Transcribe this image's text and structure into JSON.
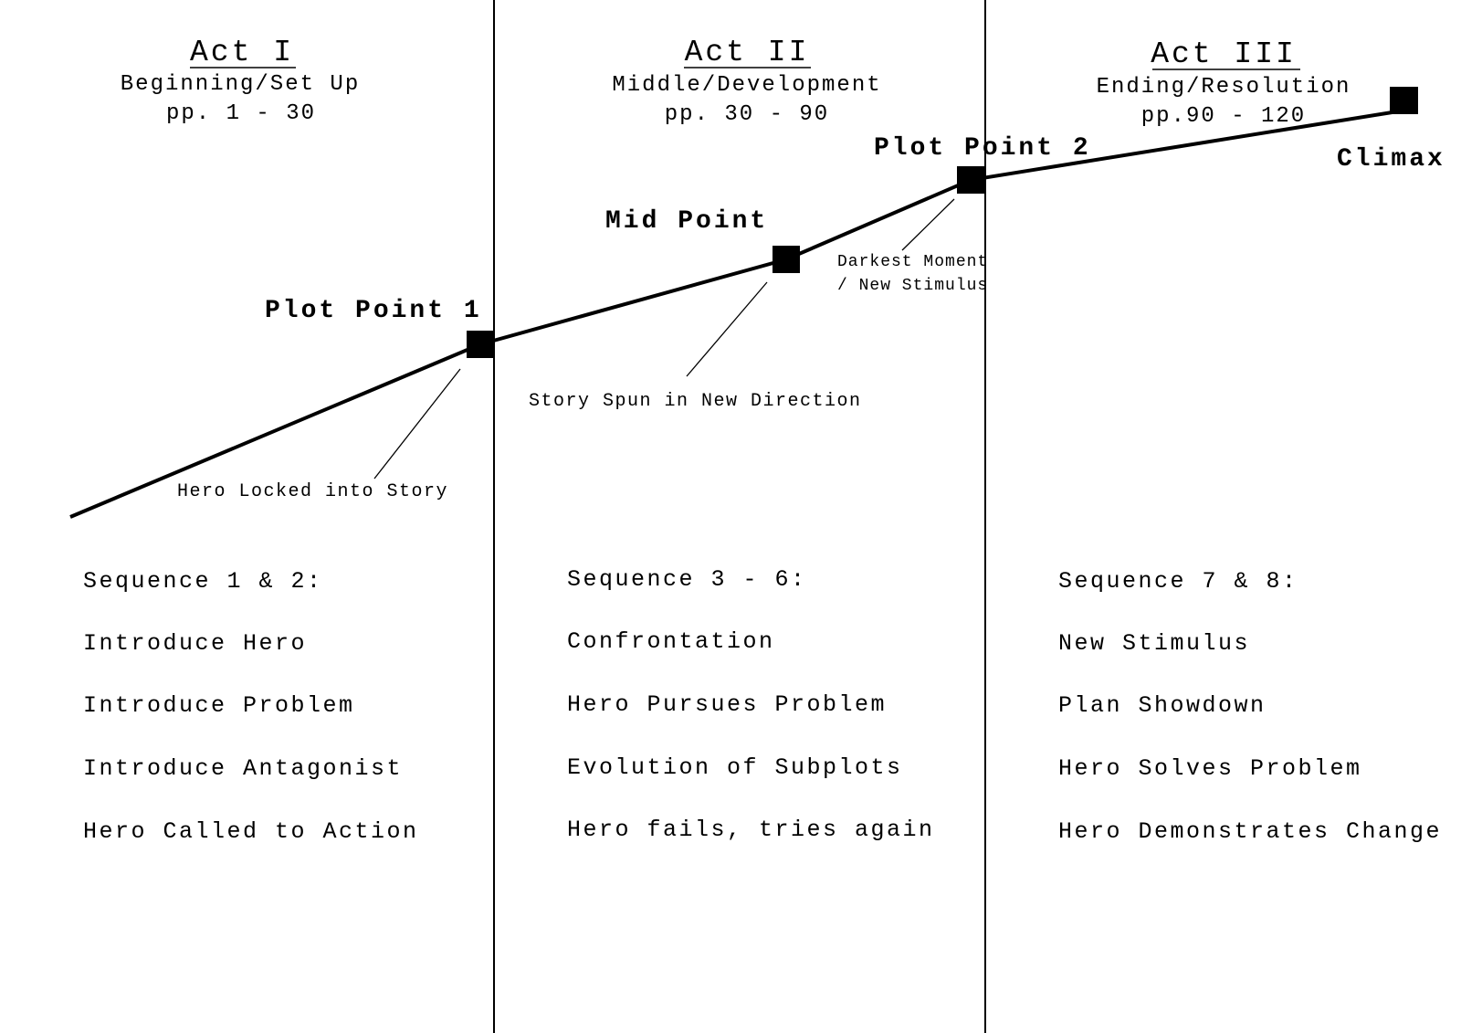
{
  "acts": [
    {
      "title": "Act I",
      "subtitle": "Beginning/Set Up",
      "pages": "pp. 1 - 30"
    },
    {
      "title": "Act II",
      "subtitle": "Middle/Development",
      "pages": "pp. 30 - 90"
    },
    {
      "title": "Act III",
      "subtitle": "Ending/Resolution",
      "pages": "pp.90 - 120"
    }
  ],
  "points": {
    "plot_point_1": "Plot Point 1",
    "mid_point": "Mid Point",
    "plot_point_2": "Plot Point 2",
    "climax": "Climax"
  },
  "annotations": {
    "hero_locked": "Hero Locked into Story",
    "story_spun": "Story Spun in New Direction",
    "darkest_moment_line1": "Darkest Moment",
    "darkest_moment_line2": "/ New Stimulus"
  },
  "sequences": [
    {
      "heading": "Sequence 1 & 2:",
      "items": [
        "Introduce Hero",
        "Introduce Problem",
        "Introduce Antagonist",
        "Hero Called to Action"
      ]
    },
    {
      "heading": "Sequence 3 - 6:",
      "items": [
        "Confrontation",
        "Hero Pursues Problem",
        "Evolution of Subplots",
        "Hero fails, tries again"
      ]
    },
    {
      "heading": "Sequence 7 & 8:",
      "items": [
        "New Stimulus",
        "Plan Showdown",
        "Hero Solves Problem",
        "Hero Demonstrates Change"
      ]
    }
  ],
  "colors": {
    "ink": "#000000",
    "paper": "#ffffff"
  }
}
